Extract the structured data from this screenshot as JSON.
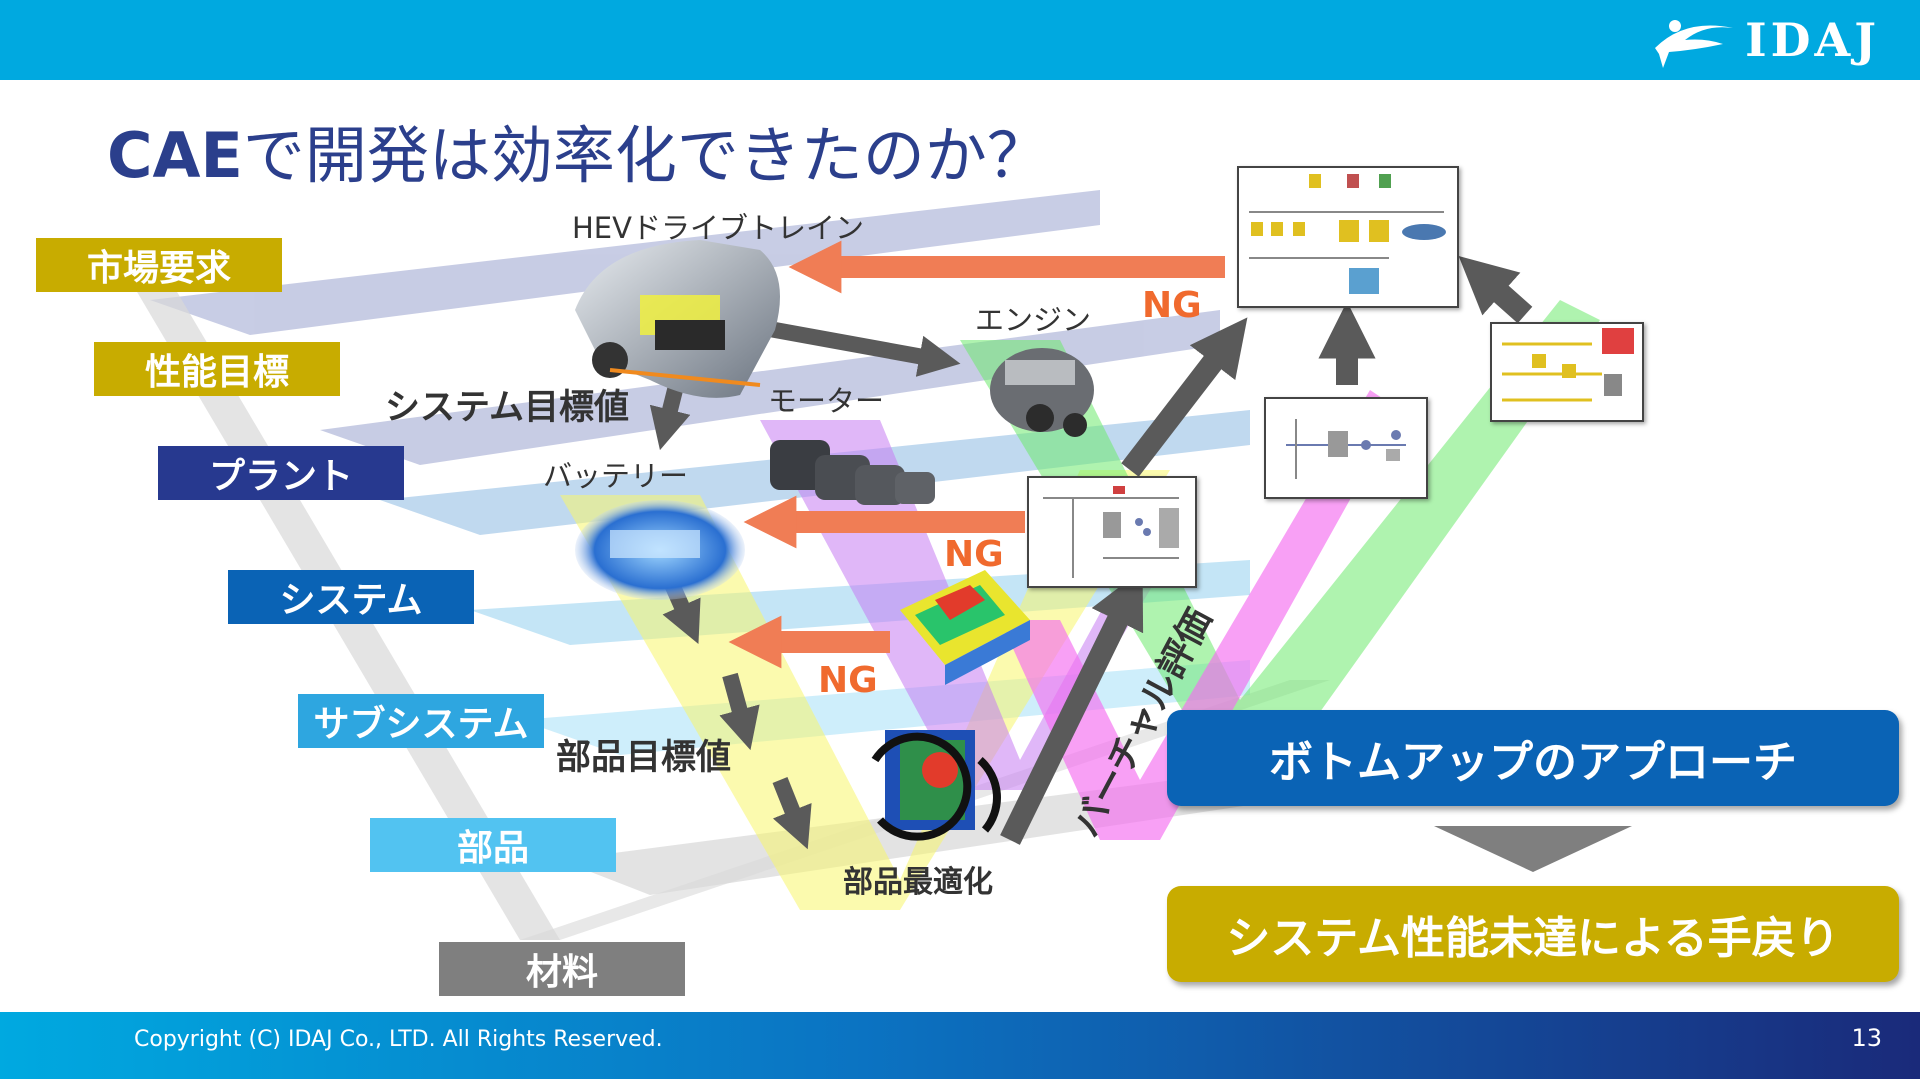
{
  "header": {
    "logo_text": "IDAJ"
  },
  "title": {
    "prefix": "CAE",
    "rest": "で開発は効率化できたのか？"
  },
  "stages": [
    {
      "label": "市場要求",
      "color": "#c8ac00"
    },
    {
      "label": "性能目標",
      "color": "#c8ac00"
    },
    {
      "label": "プラント",
      "color": "#27398f"
    },
    {
      "label": "システム",
      "color": "#0a63b5"
    },
    {
      "label": "サブシステム",
      "color": "#2ea6e0"
    },
    {
      "label": "部品",
      "color": "#52c3f1"
    },
    {
      "label": "材料",
      "color": "#7f7f7f"
    }
  ],
  "labels": {
    "hev": "HEVドライブトレイン",
    "engine": "エンジン",
    "motor": "モーター",
    "battery": "バッテリー",
    "system_target": "システム目標値",
    "part_target": "部品目標値",
    "part_opt": "部品最適化",
    "virtual_eval": "バーチャル評価"
  },
  "ng": [
    "NG",
    "NG",
    "NG"
  ],
  "callouts": {
    "bottom_up": {
      "label": "ボトムアップのアプローチ",
      "color": "#0a63b5"
    },
    "rework": {
      "label": "システム性能未達による手戻り",
      "color": "#c8ac00"
    }
  },
  "footer": {
    "copyright": "Copyright (C) IDAJ Co., LTD. All Rights Reserved.",
    "page": "13"
  }
}
